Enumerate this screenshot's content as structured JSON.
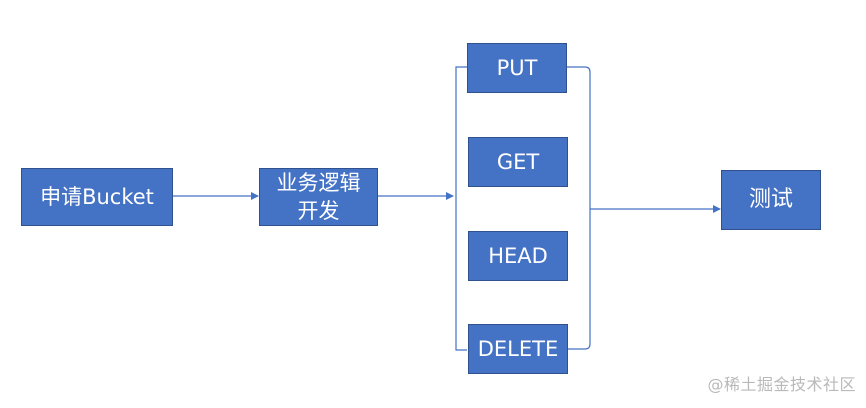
{
  "nodes": {
    "apply": "申请Bucket",
    "dev": "业务逻辑\n开发",
    "put": "PUT",
    "get": "GET",
    "head": "HEAD",
    "delete": "DELETE",
    "test": "测试"
  },
  "watermark": "@稀土掘金技术社区",
  "colors": {
    "box_fill": "#4472c4",
    "box_border": "#2f528f",
    "connector": "#4472c4",
    "text": "#ffffff",
    "watermark": "#b9b9b9"
  }
}
